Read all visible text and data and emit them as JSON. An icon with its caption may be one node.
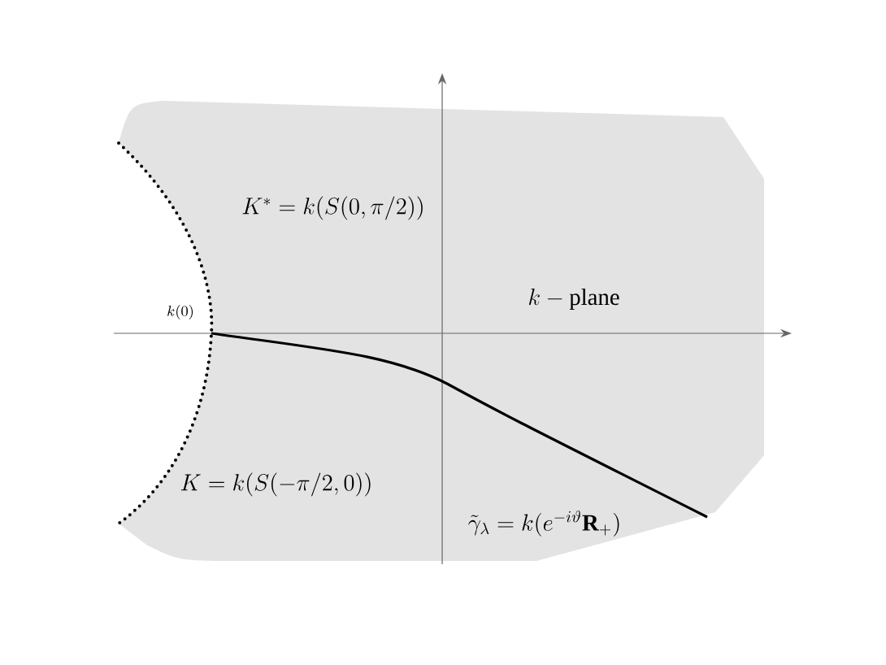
{
  "diagram": {
    "labels": [
      "K^{*}=k(S(0,\\pi/2))",
      "k-\\mathrm{plane}",
      "k(0)",
      "K=k(S(-\\pi/2,0))",
      "\\tilde{\\gamma}_{\\lambda}=k(e^{-i\\vartheta}\\mathbf{R}_{+})"
    ]
  }
}
